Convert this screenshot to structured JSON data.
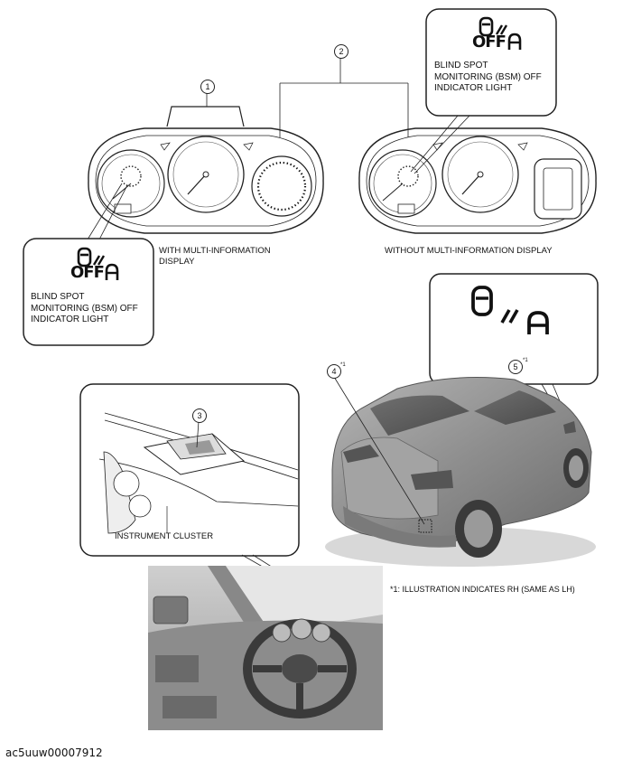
{
  "callouts": {
    "one": "1",
    "two": "2",
    "three": "3",
    "four": "4",
    "five": "5"
  },
  "superscripts": {
    "four": "*1",
    "five": "*1"
  },
  "indicator_off_text": "OFF",
  "bsm_label_top": {
    "line1": "BLIND SPOT",
    "line2": "MONITORING (BSM) OFF",
    "line3": "INDICATOR LIGHT"
  },
  "bsm_label_left": {
    "line1": "BLIND SPOT",
    "line2": "MONITORING (BSM) OFF",
    "line3": "INDICATOR LIGHT"
  },
  "cluster_left_caption": {
    "line1": "WITH MULTI-INFORMATION",
    "line2": "DISPLAY"
  },
  "cluster_right_caption": "WITHOUT MULTI-INFORMATION DISPLAY",
  "instrument_cluster_label": "INSTRUMENT CLUSTER",
  "footnote": "*1: ILLUSTRATION INDICATES RH (SAME AS LH)",
  "image_code": "ac5uuw00007912"
}
